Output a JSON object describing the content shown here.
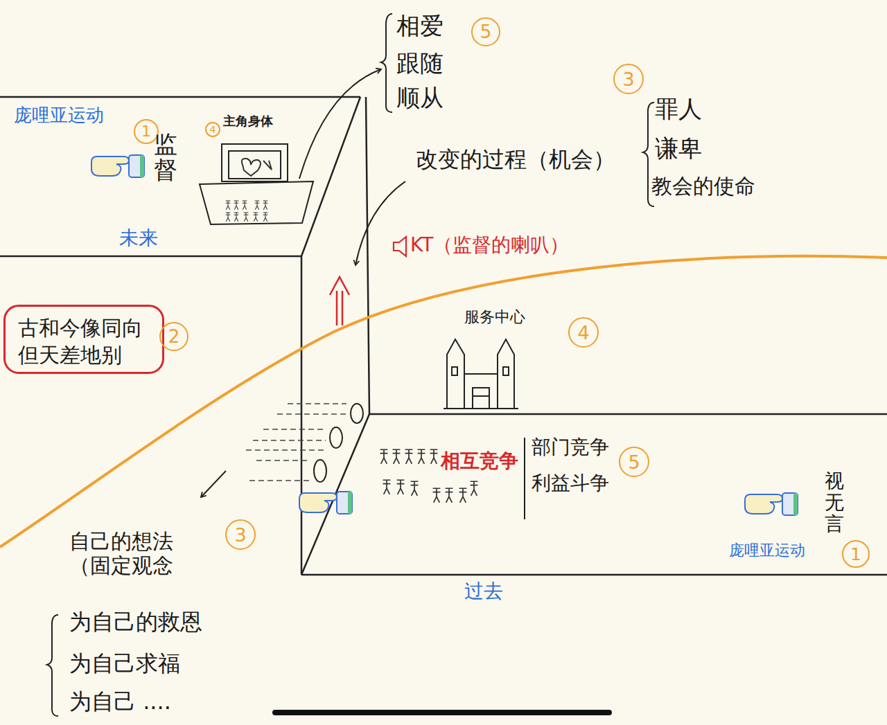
{
  "diagram": {
    "nodes": [
      {
        "text": [
          "古和今像同向 但天差地别"
        ]
      }
    ],
    "labels": [
      "相爱",
      "跟随",
      "顺从",
      "5",
      "3",
      "罪人",
      "谦卑",
      "教会的使命",
      "庞哩亚运动",
      "1",
      "监督",
      "4",
      "主角身体",
      "改变的过程（机会）",
      "未来",
      "KT（监督的喇叭）",
      "2",
      "服务中心",
      "4",
      "相互竞争",
      "部门竞争",
      "利益斗争",
      "5",
      "视无言",
      "自己的想法 （固定观念",
      "3",
      "庞哩亚运动",
      "1",
      "过去",
      "为自己的救恩",
      "为自己求福",
      "为自己 ...."
    ]
  }
}
